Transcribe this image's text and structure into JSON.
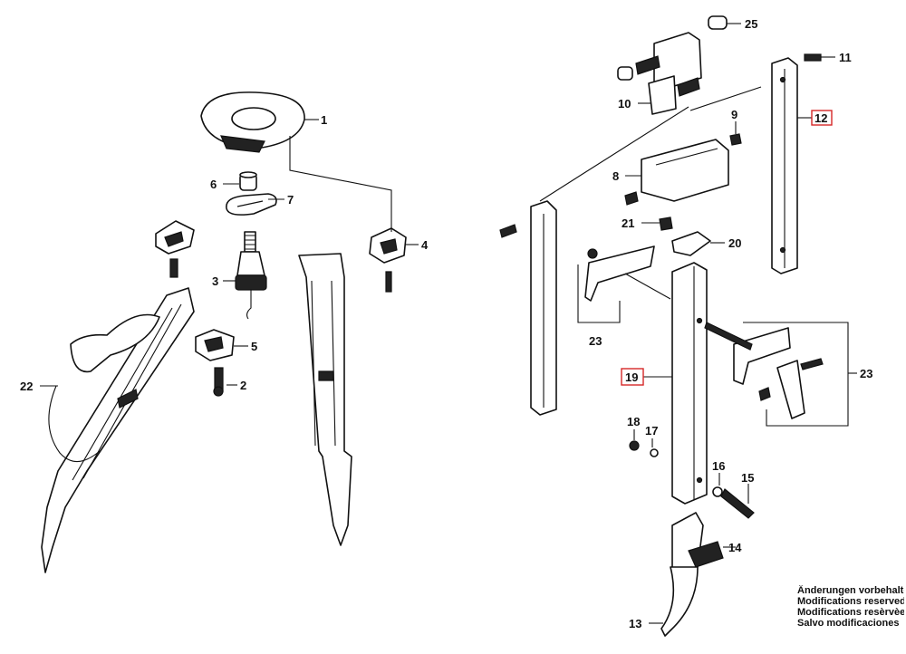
{
  "part_labels": {
    "p1": "1",
    "p2": "2",
    "p3": "3",
    "p4": "4",
    "p5": "5",
    "p6": "6",
    "p7": "7",
    "p8": "8",
    "p9": "9",
    "p10": "10",
    "p11": "11",
    "p12": "12",
    "p13": "13",
    "p14": "14",
    "p15": "15",
    "p16": "16",
    "p17": "17",
    "p18": "18",
    "p19": "19",
    "p20": "20",
    "p21": "21",
    "p22": "22",
    "p23a": "23",
    "p23b": "23",
    "p25": "25"
  },
  "highlighted": [
    "12",
    "19"
  ],
  "notice": [
    "Änderungen vorbehalten",
    "Modifications reserved",
    "Modifications resèrvèes",
    "Salvo modificaciones"
  ]
}
